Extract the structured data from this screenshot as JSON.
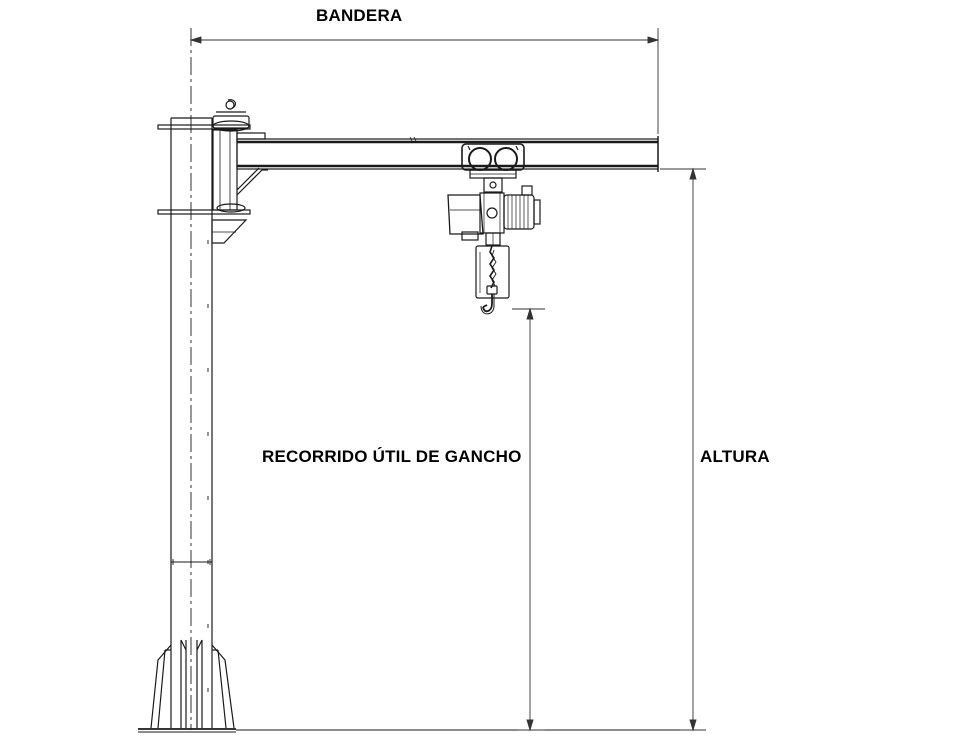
{
  "labels": {
    "bandera": "BANDERA",
    "recorrido": "RECORRIDO ÚTIL DE GANCHO",
    "altura": "ALTURA"
  },
  "colors": {
    "ink": "#000000",
    "line": "#1a1a1a",
    "thin": "#333333",
    "background": "#ffffff"
  }
}
